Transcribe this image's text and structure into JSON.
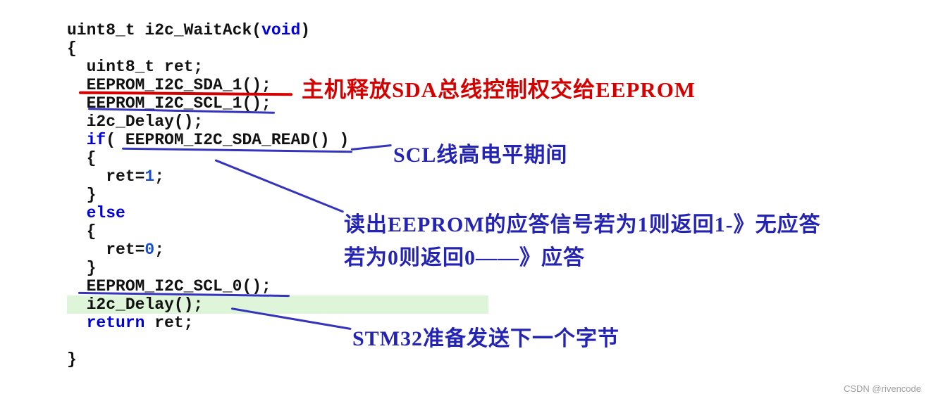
{
  "code": {
    "lines": [
      {
        "segments": [
          {
            "t": "uint8_t i2c_WaitAck(",
            "c": "plain"
          },
          {
            "t": "void",
            "c": "kw"
          },
          {
            "t": ")",
            "c": "plain"
          }
        ]
      },
      {
        "segments": [
          {
            "t": "{",
            "c": "plain"
          }
        ]
      },
      {
        "segments": [
          {
            "t": "  uint8_t ret;",
            "c": "plain"
          }
        ]
      },
      {
        "segments": [
          {
            "t": "  EEPROM_I2C_SDA_1();",
            "c": "plain"
          }
        ]
      },
      {
        "segments": [
          {
            "t": "  EEPROM_I2C_SCL_1();",
            "c": "plain"
          }
        ]
      },
      {
        "segments": [
          {
            "t": "  i2c_Delay();",
            "c": "plain"
          }
        ]
      },
      {
        "segments": [
          {
            "t": "  ",
            "c": "plain"
          },
          {
            "t": "if",
            "c": "kw"
          },
          {
            "t": "( EEPROM_I2C_SDA_READ() )",
            "c": "plain"
          }
        ]
      },
      {
        "segments": [
          {
            "t": "  {",
            "c": "plain"
          }
        ]
      },
      {
        "segments": [
          {
            "t": "    ret=",
            "c": "plain"
          },
          {
            "t": "1",
            "c": "num"
          },
          {
            "t": ";",
            "c": "plain"
          }
        ]
      },
      {
        "segments": [
          {
            "t": "  }",
            "c": "plain"
          }
        ]
      },
      {
        "segments": [
          {
            "t": "  ",
            "c": "plain"
          },
          {
            "t": "else",
            "c": "kw"
          }
        ]
      },
      {
        "segments": [
          {
            "t": "  {",
            "c": "plain"
          }
        ]
      },
      {
        "segments": [
          {
            "t": "    ret=",
            "c": "plain"
          },
          {
            "t": "0",
            "c": "num"
          },
          {
            "t": ";",
            "c": "plain"
          }
        ]
      },
      {
        "segments": [
          {
            "t": "  }",
            "c": "plain"
          }
        ]
      },
      {
        "segments": [
          {
            "t": "  EEPROM_I2C_SCL_0();",
            "c": "plain"
          }
        ]
      },
      {
        "segments": [
          {
            "t": "  i2c_Delay();",
            "c": "plain"
          }
        ],
        "highlight": true
      },
      {
        "segments": [
          {
            "t": "  ",
            "c": "plain"
          },
          {
            "t": "return",
            "c": "kw"
          },
          {
            "t": " ret;",
            "c": "plain"
          }
        ]
      },
      {
        "segments": []
      },
      {
        "segments": [
          {
            "t": "}",
            "c": "plain"
          }
        ]
      }
    ]
  },
  "annotations": {
    "sda_release": "主机释放SDA总线控制权交给EEPROM",
    "scl_high": "SCL线高电平期间",
    "ack_line1": "读出EEPROM的应答信号若为1则返回1-》无应答",
    "ack_line2": "若为0则返回0——》应答",
    "next_byte": "STM32准备发送下一个字节"
  },
  "watermark": "CSDN @rivencode",
  "colors": {
    "keyword": "#0000dd",
    "number": "#1a50cc",
    "code_text": "#111111",
    "annotation_red": "#d40000",
    "annotation_blue": "#2424b4",
    "underline_blue": "#3434bc",
    "highlight_green": "#dff5da",
    "watermark_gray": "#9e9e9e"
  }
}
